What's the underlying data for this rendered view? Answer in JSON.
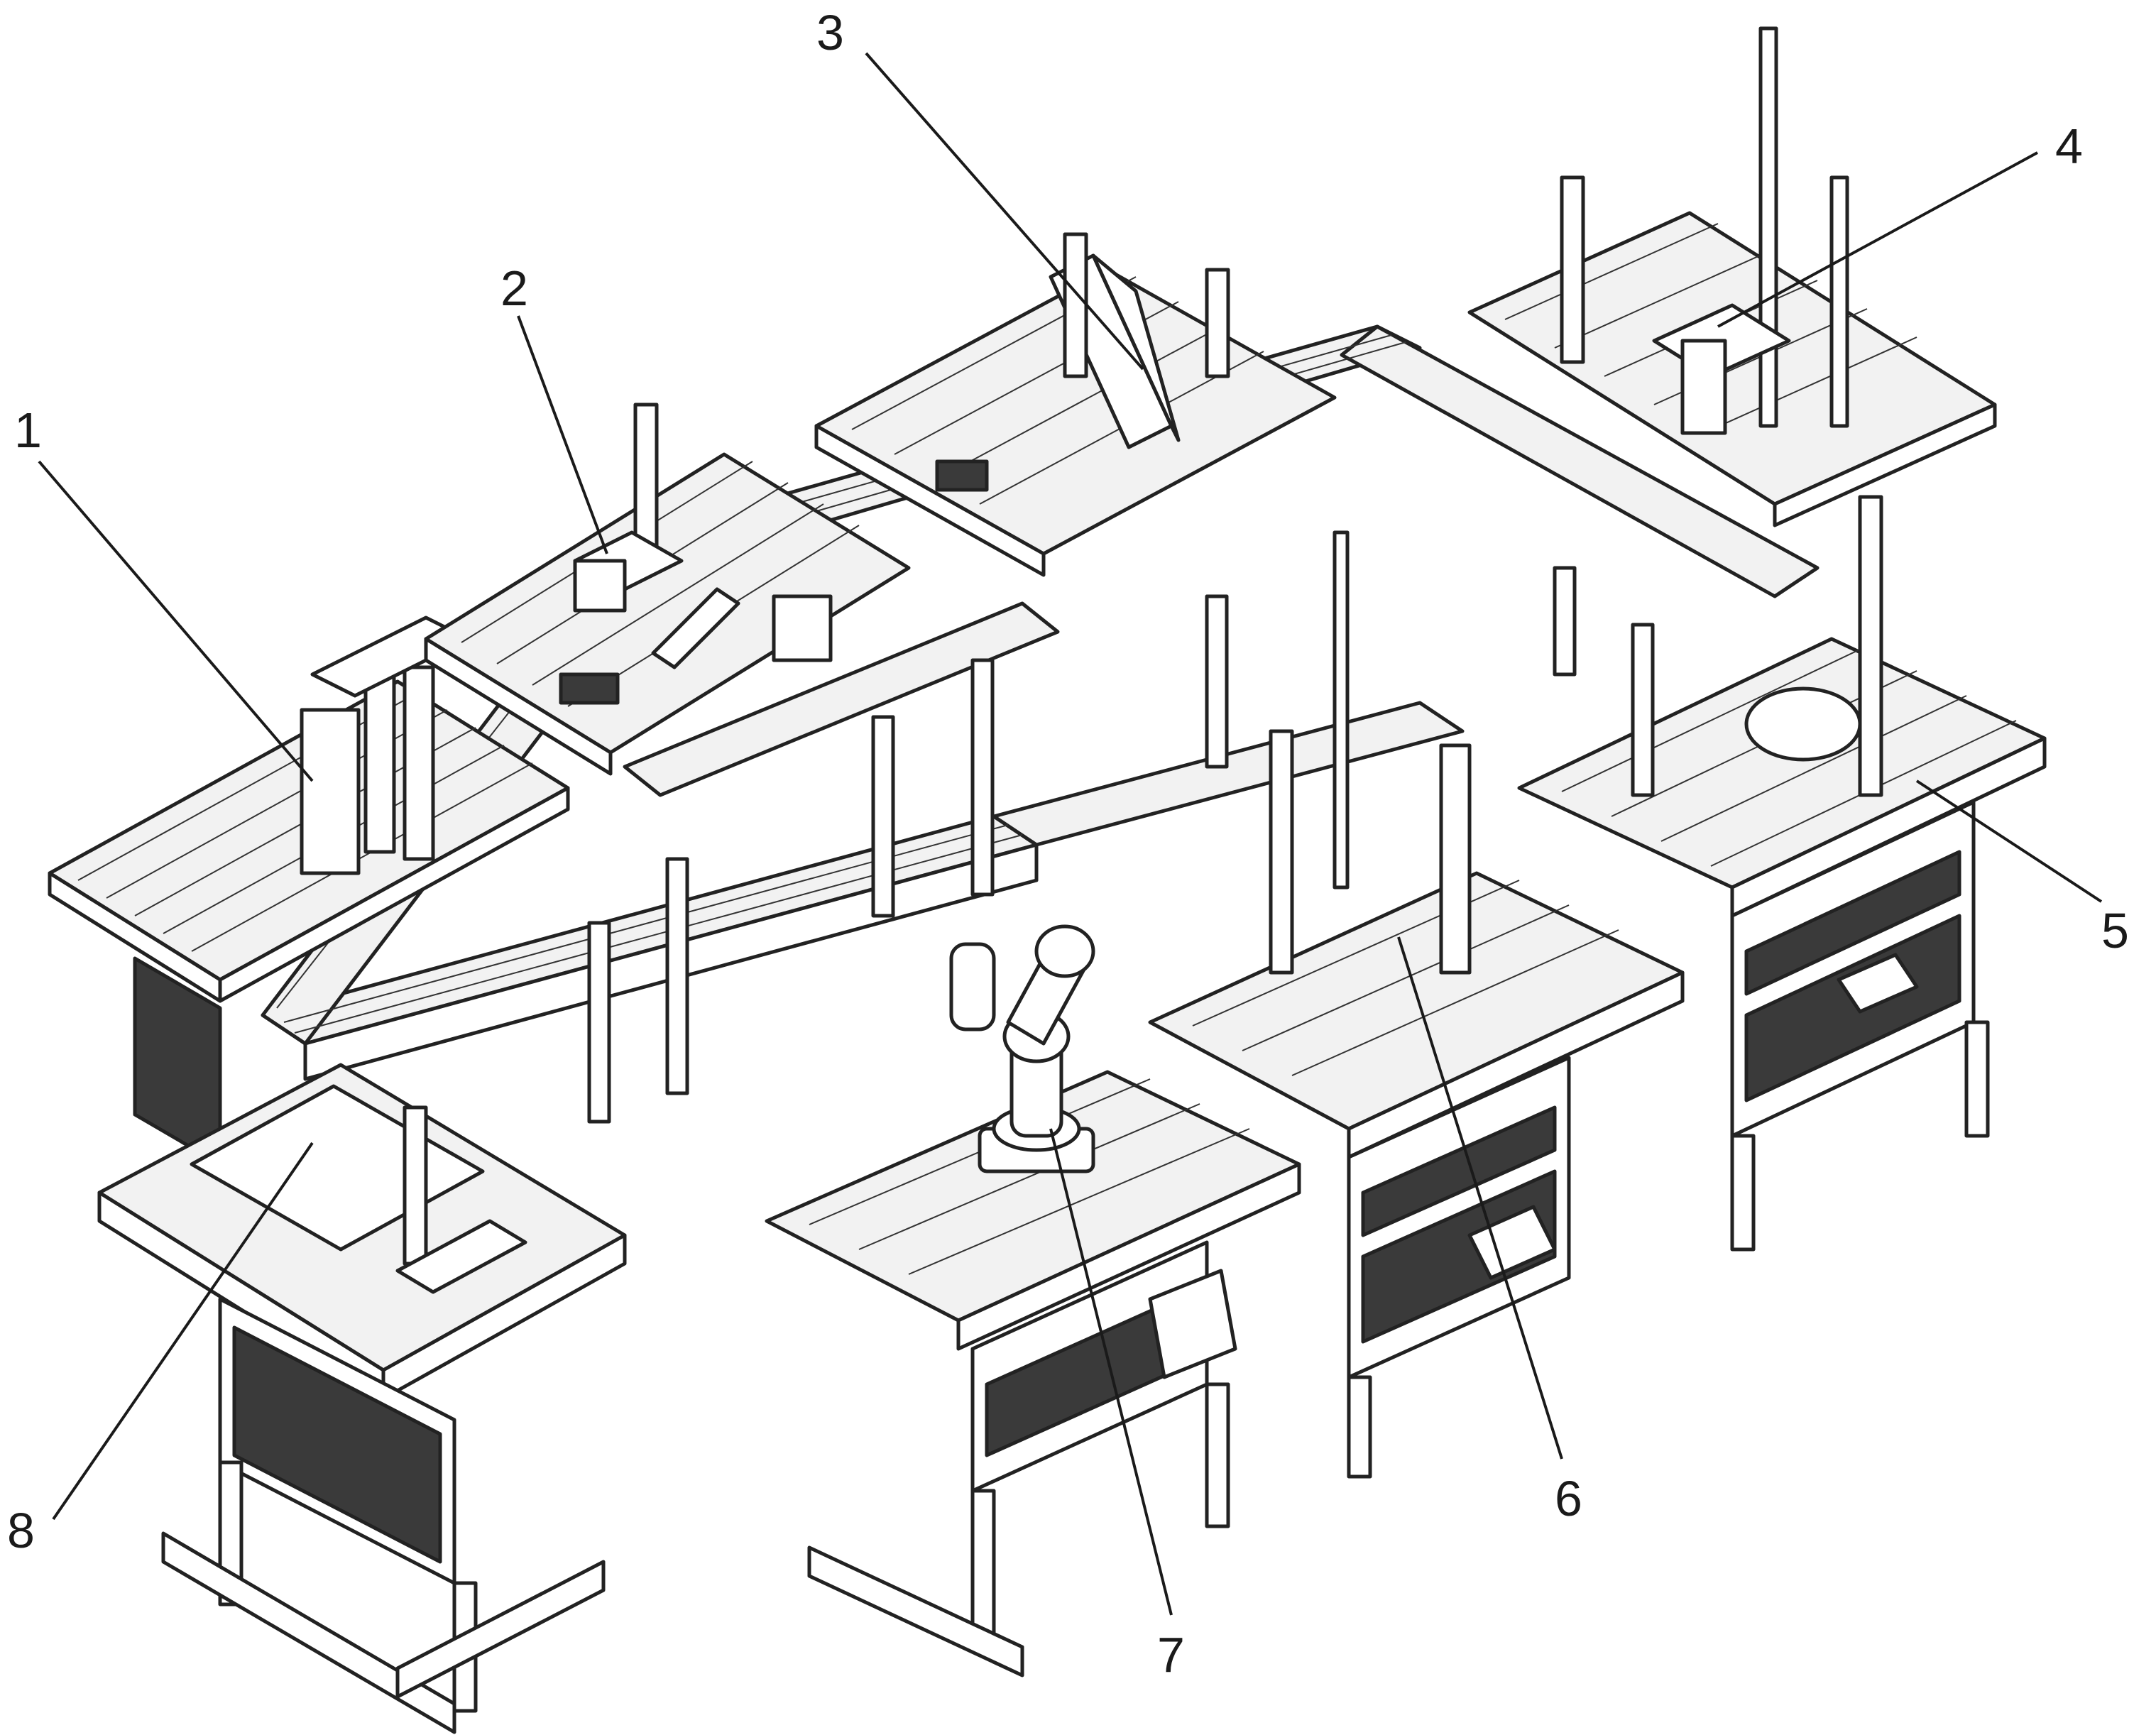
{
  "callouts": [
    {
      "id": 1,
      "text": "1"
    },
    {
      "id": 2,
      "text": "2"
    },
    {
      "id": 3,
      "text": "3"
    },
    {
      "id": 4,
      "text": "4"
    },
    {
      "id": 5,
      "text": "5"
    },
    {
      "id": 6,
      "text": "6"
    },
    {
      "id": 7,
      "text": "7"
    },
    {
      "id": 8,
      "text": "8"
    }
  ]
}
